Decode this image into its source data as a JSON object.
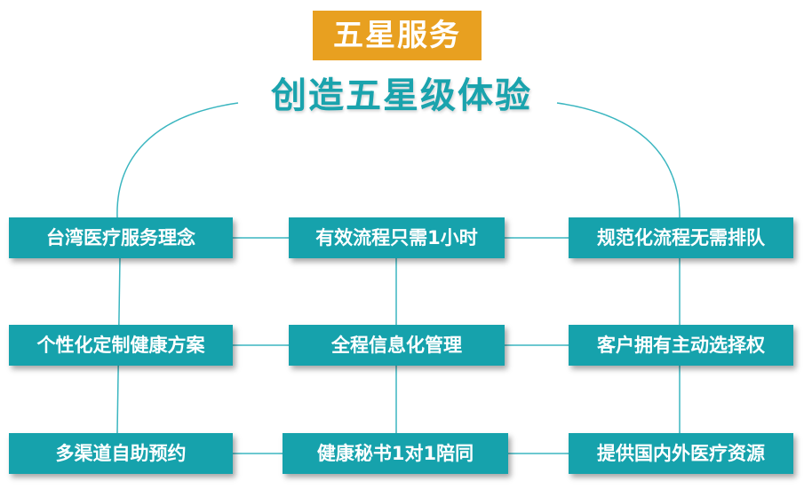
{
  "header": {
    "badge": "五星服务",
    "headline": "创造五星级体验"
  },
  "grid": {
    "rows": [
      [
        "台湾医疗服务理念",
        "有效流程只需1小时",
        "规范化流程无需排队"
      ],
      [
        "个性化定制健康方案",
        "全程信息化管理",
        "客户拥有主动选择权"
      ],
      [
        "多渠道自助预约",
        "健康秘书1对1陪同",
        "提供国内外医疗资源"
      ]
    ]
  },
  "colors": {
    "badge_bg": "#e8a020",
    "headline": "#1aa3ad",
    "box_bg": "#16a2ac",
    "line": "#3bb6c0"
  }
}
